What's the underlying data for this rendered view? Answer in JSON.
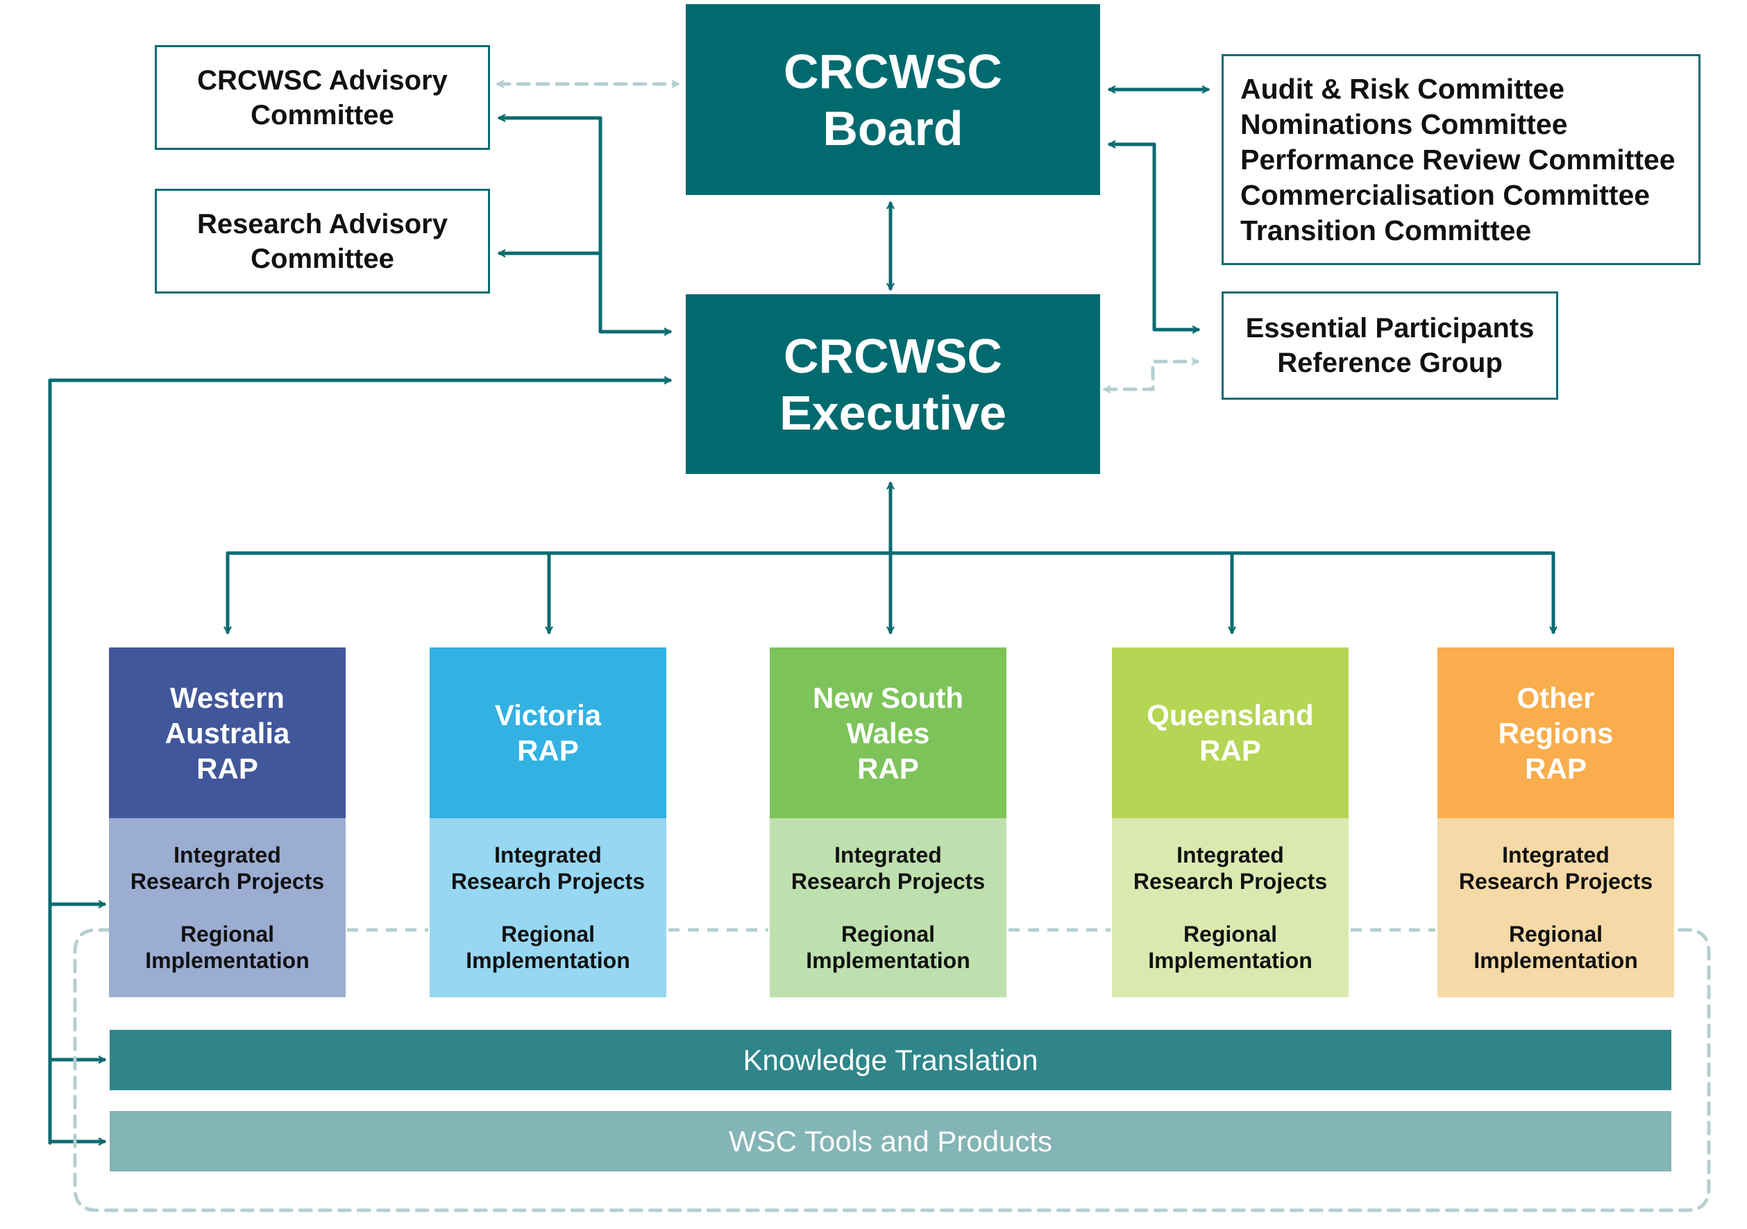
{
  "colors": {
    "primary": "#006a6f",
    "connector": "#0b6b70",
    "dashed": "#b5cfd0"
  },
  "board": {
    "line1": "CRCWSC",
    "line2": "Board"
  },
  "executive": {
    "line1": "CRCWSC",
    "line2": "Executive"
  },
  "advisory": {
    "line1": "CRCWSC Advisory",
    "line2": "Committee"
  },
  "research_advisory": {
    "line1": "Research Advisory",
    "line2": "Committee"
  },
  "committees": [
    "Audit & Risk Committee",
    "Nominations Committee",
    "Performance Review Committee",
    "Commercialisation Committee",
    "Transition Committee"
  ],
  "essential": {
    "line1": "Essential Participants",
    "line2": "Reference Group"
  },
  "rap_sub": {
    "line1": "Integrated",
    "line2": "Research Projects",
    "line3": "Regional",
    "line4": "Implementation"
  },
  "raps": [
    {
      "lines": [
        "Western",
        "Australia",
        "RAP"
      ],
      "top_color": "#41579b",
      "bottom_color": "#9cadd2"
    },
    {
      "lines": [
        "Victoria",
        "RAP"
      ],
      "top_color": "#33b1e3",
      "bottom_color": "#97d7f2"
    },
    {
      "lines": [
        "New South",
        "Wales",
        "RAP"
      ],
      "top_color": "#7dc35a",
      "bottom_color": "#bee0ae"
    },
    {
      "lines": [
        "Queensland",
        "RAP"
      ],
      "top_color": "#b5d555",
      "bottom_color": "#dbe9b0"
    },
    {
      "lines": [
        "Other",
        "Regions",
        "RAP"
      ],
      "top_color": "#f9ad4c",
      "bottom_color": "#f5d9a6"
    }
  ],
  "knowledge": {
    "label": "Knowledge Translation",
    "color": "#2f8589"
  },
  "tools": {
    "label": "WSC Tools and Products",
    "color": "#83b4b6"
  }
}
